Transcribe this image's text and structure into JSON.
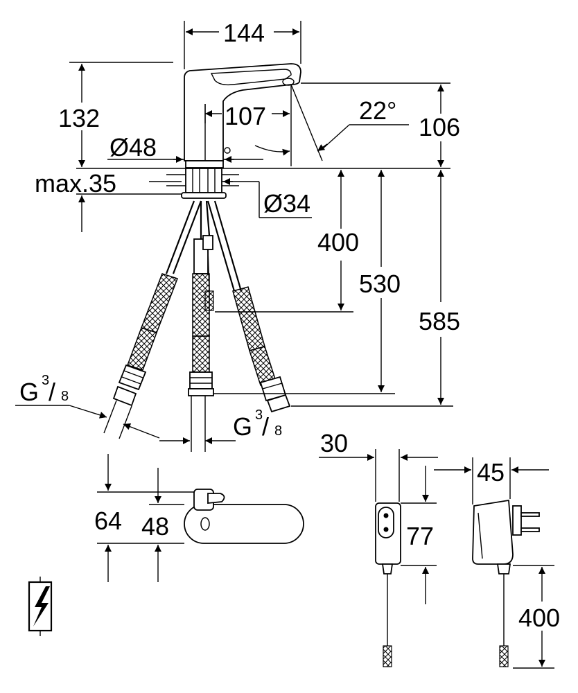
{
  "dimensions": {
    "width_spout": "144",
    "height_spout": "132",
    "reach": "107",
    "angle": "22°",
    "outlet_height": "106",
    "body_diameter": "Ø48",
    "counter_thickness": "max.35",
    "hole_diameter": "Ø34",
    "hose_400": "400",
    "hose_530": "530",
    "hose_585": "585",
    "thread_left_main": "G",
    "thread_left_num": "3",
    "thread_left_den": "8",
    "thread_right_main": "G",
    "thread_right_num": "3",
    "thread_right_den": "8",
    "top_view_64": "64",
    "top_view_48": "48",
    "module_width": "30",
    "module_height": "77",
    "adapter_width": "45",
    "adapter_cable": "400"
  },
  "icons": {
    "electric": "lightning-bolt-icon"
  }
}
